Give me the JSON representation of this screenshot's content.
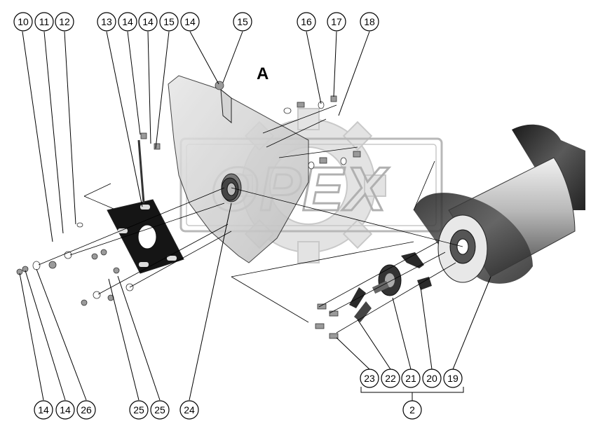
{
  "diagram": {
    "view_label": "A",
    "watermark_text": "OPEX",
    "callouts": [
      {
        "id": "c10a",
        "label": "10"
      },
      {
        "id": "c11a",
        "label": "11"
      },
      {
        "id": "c12a",
        "label": "12"
      },
      {
        "id": "c13a",
        "label": "13"
      },
      {
        "id": "c14a",
        "label": "14"
      },
      {
        "id": "c14b",
        "label": "14"
      },
      {
        "id": "c15a",
        "label": "15"
      },
      {
        "id": "c14c",
        "label": "14"
      },
      {
        "id": "c15b",
        "label": "15"
      },
      {
        "id": "c16a",
        "label": "16"
      },
      {
        "id": "c17a",
        "label": "17"
      },
      {
        "id": "c18a",
        "label": "18"
      },
      {
        "id": "c14d",
        "label": "14"
      },
      {
        "id": "c14e",
        "label": "14"
      },
      {
        "id": "c26a",
        "label": "26"
      },
      {
        "id": "c25a",
        "label": "25"
      },
      {
        "id": "c25b",
        "label": "25"
      },
      {
        "id": "c24a",
        "label": "24"
      },
      {
        "id": "c23a",
        "label": "23"
      },
      {
        "id": "c22a",
        "label": "22"
      },
      {
        "id": "c21a",
        "label": "21"
      },
      {
        "id": "c20a",
        "label": "20"
      },
      {
        "id": "c19a",
        "label": "19"
      },
      {
        "id": "c2a",
        "label": "2"
      }
    ]
  }
}
